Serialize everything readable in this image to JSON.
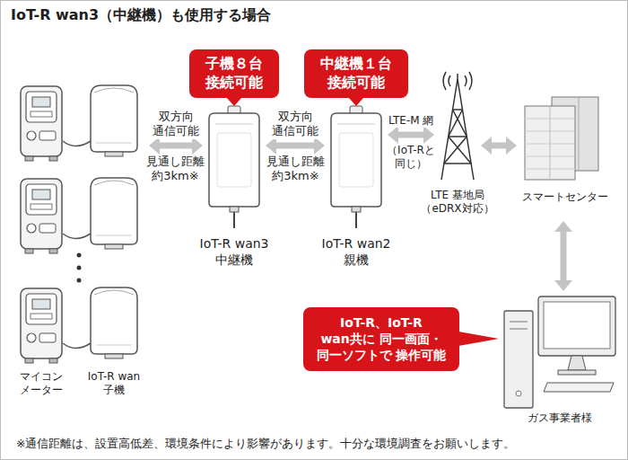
{
  "diagram": {
    "title": "IoT-R wan3（中継機）も使用する場合",
    "nodes": [
      {
        "text": [
          "子機８台 接続可能"
        ]
      },
      {
        "text": [
          "中継機１台 接続可能"
        ]
      },
      {
        "text": [
          "マイコン メーター"
        ]
      },
      {
        "text": [
          "IoT-R wan 子機"
        ]
      },
      {
        "text": [
          "IoT-R wan3 中継機"
        ]
      },
      {
        "text": [
          "IoT-R wan2 親機"
        ]
      },
      {
        "text": [
          "LTE 基地局 （eDRX対応）"
        ]
      },
      {
        "text": [
          "スマートセンター"
        ]
      },
      {
        "text": [
          "IoT-R、IoT-R wan共に 同一画面・同一ソフトで 操作可能"
        ]
      },
      {
        "text": [
          "ガス事業者様"
        ]
      }
    ],
    "edges": [
      {
        "from": 3,
        "to": 4,
        "arrow": "both",
        "label": "双方向 通信可能"
      },
      {
        "from": 4,
        "to": 5,
        "arrow": "both",
        "label": "双方向 通信可能"
      },
      {
        "from": 5,
        "to": 6,
        "arrow": "both",
        "label": "LTE-M 網"
      },
      {
        "from": 6,
        "to": 7,
        "arrow": "both"
      },
      {
        "from": 7,
        "to": 9,
        "arrow": "both"
      }
    ],
    "labels": [
      "見通し距離 約3km※",
      "見通し距離 約3km※",
      "（IoT-Rと 同じ）",
      "※通信距離は、設置高低差、環境条件により影響があります。十分な環境調査をお願いします。"
    ]
  }
}
